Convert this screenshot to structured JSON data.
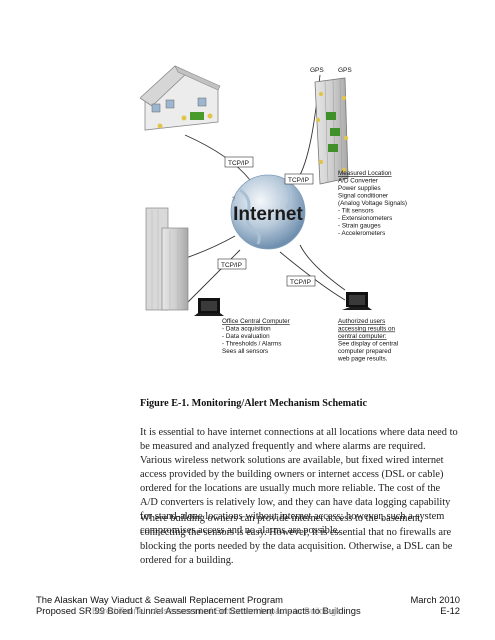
{
  "diagram": {
    "labels": {
      "gps_left": "GPS",
      "gps_right": "GPS",
      "tcpip_house": "TCP/IP",
      "tcpip_building": "TCP/IP",
      "tcpip_office": "TCP/IP",
      "tcpip_laptop": "TCP/IP",
      "internet": "Internet",
      "measured_location": [
        "Measured Location",
        "A/D Converter",
        "Power supplies",
        "Signal conditioner",
        "(Analog Voltage Signals)",
        "- Tilt sensors",
        "- Extensionometers",
        "- Strain gauges",
        "- Accelerometers"
      ],
      "office": [
        "Office Central Computer",
        "- Data acquisition",
        "- Data evaluation",
        "- Thresholds / Alarms",
        "Sees all sensors"
      ],
      "authorized": [
        "Authorized users",
        "accessing results on",
        "central computer:",
        "See display of central",
        "computer prepared",
        "web page results."
      ],
      "stray_mark": "?"
    },
    "colors": {
      "globe": "#7f9fbd",
      "sensor_green": "#3f8f2a",
      "sensor_yellow": "#e0c54a",
      "building": "#cfcfcf"
    }
  },
  "caption": "Figure E-1. Monitoring/Alert Mechanism Schematic",
  "paragraphs": [
    "It is essential to have internet connections at all locations where data need to be measured and analyzed frequently and where alarms are required. Various wireless network solutions are available, but fixed wired internet access provided by the building owners or internet access (DSL or cable) ordered for the locations are usually much more reliable. The cost of the A/D converters is relatively low, and they can have data logging capability for stand-alone locations without internet access; however, such a system compromises access and no alarms are possible.",
    "Where building owners can provide internet access to the basement, connecting the sensors is easy. However, it is essential that no firewalls are blocking the ports needed by the data acquisition. Otherwise, a DSL can be ordered for a building."
  ],
  "footer": {
    "program": "The Alaskan Way Viaduct & Seawall Replacement Program",
    "date": "March 2010",
    "document": "Proposed SR 99 Bored Tunnel Assessment of Settlement Impacts to Buildings",
    "ghost_text": "Bored Tunnel - Assessment of Settlement Impacts to Buildings",
    "page": "E-12"
  }
}
